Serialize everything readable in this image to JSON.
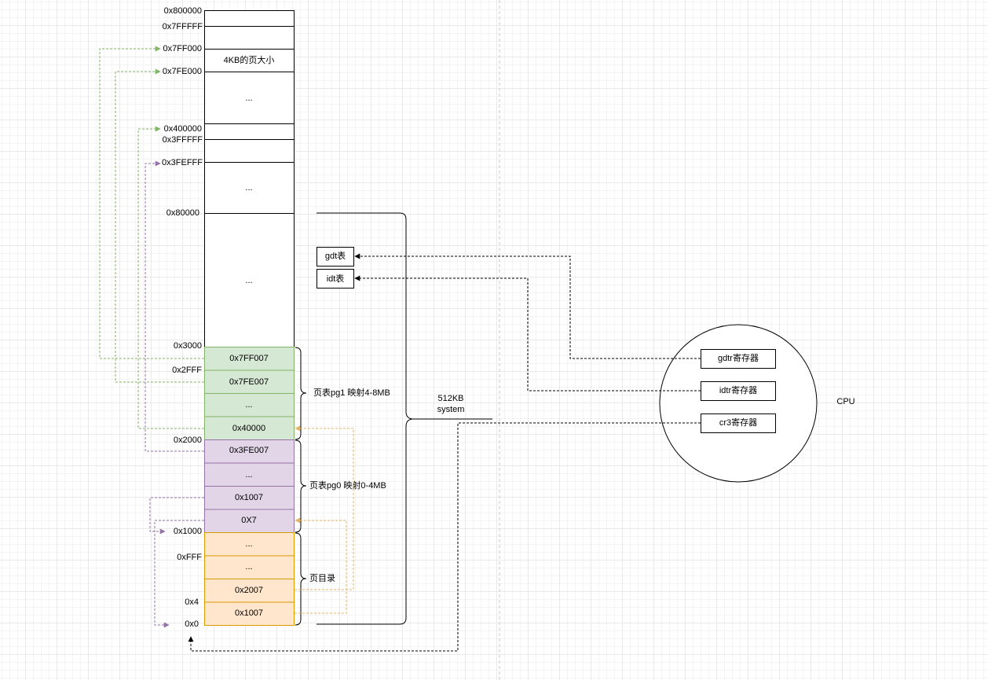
{
  "colors": {
    "green_fill": "#d5e8d4",
    "green_stroke": "#82b366",
    "purple_fill": "#e1d5e7",
    "purple_stroke": "#9673a6",
    "orange_fill": "#ffe6cc",
    "orange_stroke": "#d79b00",
    "orange_arrow": "#e6b562"
  },
  "address_labels": {
    "a800000": "0x800000",
    "a7fffff": "0x7FFFFF",
    "a7ff000": "0x7FF000",
    "a7fe000": "0x7FE000",
    "a400000": "0x400000",
    "a3fffff": "0x3FFFFF",
    "a3fefff": "0x3FEFFF",
    "a80000": "0x80000",
    "a3000": "0x3000",
    "a2fff": "0x2FFF",
    "a2000": "0x2000",
    "a1000": "0x1000",
    "afff": "0xFFF",
    "a4": "0x4",
    "a0": "0x0"
  },
  "memory": {
    "page_4kb_label": "4KB的页大小",
    "ellipsis_upper_1": "...",
    "ellipsis_upper_2": "...",
    "ellipsis_upper_3": "..."
  },
  "tables": {
    "gdt": "gdt表",
    "idt": "idt表"
  },
  "pg1": {
    "label": "页表pg1 映射4-8MB",
    "cells": [
      "0x7FF007",
      "0x7FE007",
      "...",
      "0x40000"
    ]
  },
  "pg0": {
    "label": "页表pg0 映射0-4MB",
    "cells": [
      "0x3FE007",
      "...",
      "0x1007",
      "0X7"
    ]
  },
  "page_dir": {
    "label": "页目录",
    "cells": [
      "...",
      "...",
      "0x2007",
      "0x1007"
    ]
  },
  "system": {
    "size": "512KB",
    "name": "system"
  },
  "cpu": {
    "label": "CPU",
    "registers": {
      "gdtr": "gdtr寄存器",
      "idtr": "idtr寄存器",
      "cr3": "cr3寄存器"
    }
  }
}
